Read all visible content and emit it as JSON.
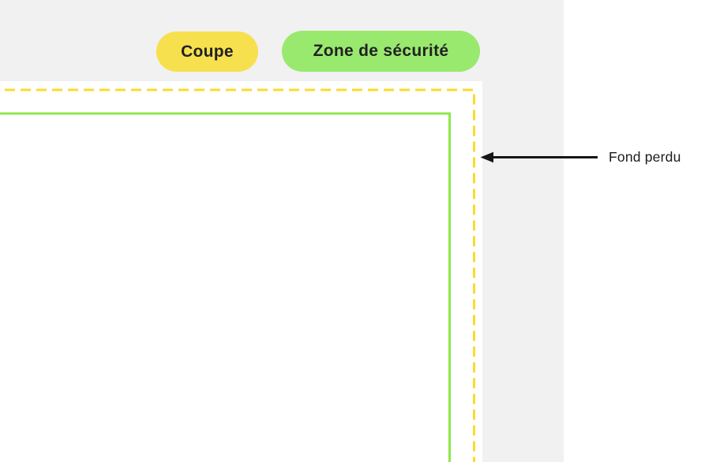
{
  "legend": {
    "cut": {
      "label": "Coupe",
      "bg": "#F6E04E"
    },
    "safety": {
      "label": "Zone de sécurité",
      "bg": "#99E96F"
    }
  },
  "annotation": {
    "label": "Fond perdu"
  },
  "colors": {
    "workspace_bg": "#F1F1F1",
    "page_bg": "#FFFFFF",
    "cut_line": "#FFD92B",
    "safety_line": "#8DE94C",
    "arrow": "#161616",
    "badge_text": "#222222",
    "label_text": "#1B1B1B"
  }
}
